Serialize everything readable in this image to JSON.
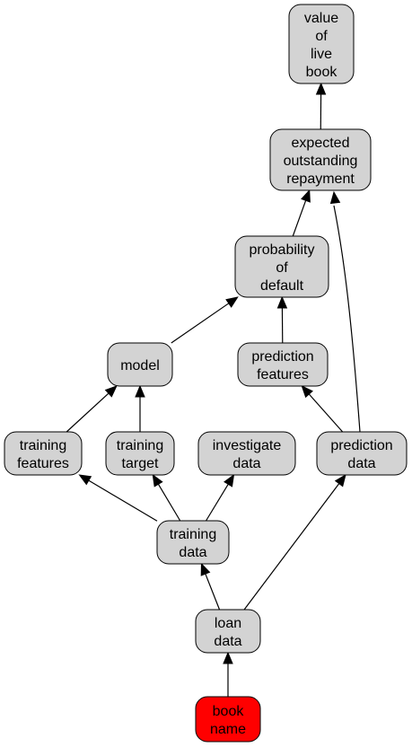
{
  "colors": {
    "node_fill": "#d3d3d3",
    "highlight_fill": "#ff0000",
    "stroke": "#000000"
  },
  "nodes": {
    "value_of_live_book": {
      "lines": [
        "value",
        "of",
        "live",
        "book"
      ]
    },
    "expected_outstanding_repayment": {
      "lines": [
        "expected",
        "outstanding",
        "repayment"
      ]
    },
    "probability_of_default": {
      "lines": [
        "probability",
        "of",
        "default"
      ]
    },
    "model": {
      "lines": [
        "model"
      ]
    },
    "prediction_features": {
      "lines": [
        "prediction",
        "features"
      ]
    },
    "training_features": {
      "lines": [
        "training",
        "features"
      ]
    },
    "training_target": {
      "lines": [
        "training",
        "target"
      ]
    },
    "investigate_data": {
      "lines": [
        "investigate",
        "data"
      ]
    },
    "prediction_data": {
      "lines": [
        "prediction",
        "data"
      ]
    },
    "training_data": {
      "lines": [
        "training",
        "data"
      ]
    },
    "loan_data": {
      "lines": [
        "loan",
        "data"
      ]
    },
    "book_name": {
      "lines": [
        "book",
        "name"
      ]
    }
  },
  "edges": [
    [
      "book_name",
      "loan_data"
    ],
    [
      "loan_data",
      "training_data"
    ],
    [
      "loan_data",
      "prediction_data"
    ],
    [
      "training_data",
      "training_features"
    ],
    [
      "training_data",
      "training_target"
    ],
    [
      "training_data",
      "investigate_data"
    ],
    [
      "training_features",
      "model"
    ],
    [
      "training_target",
      "model"
    ],
    [
      "model",
      "probability_of_default"
    ],
    [
      "prediction_data",
      "prediction_features"
    ],
    [
      "prediction_features",
      "probability_of_default"
    ],
    [
      "probability_of_default",
      "expected_outstanding_repayment"
    ],
    [
      "prediction_data",
      "expected_outstanding_repayment"
    ],
    [
      "expected_outstanding_repayment",
      "value_of_live_book"
    ]
  ]
}
